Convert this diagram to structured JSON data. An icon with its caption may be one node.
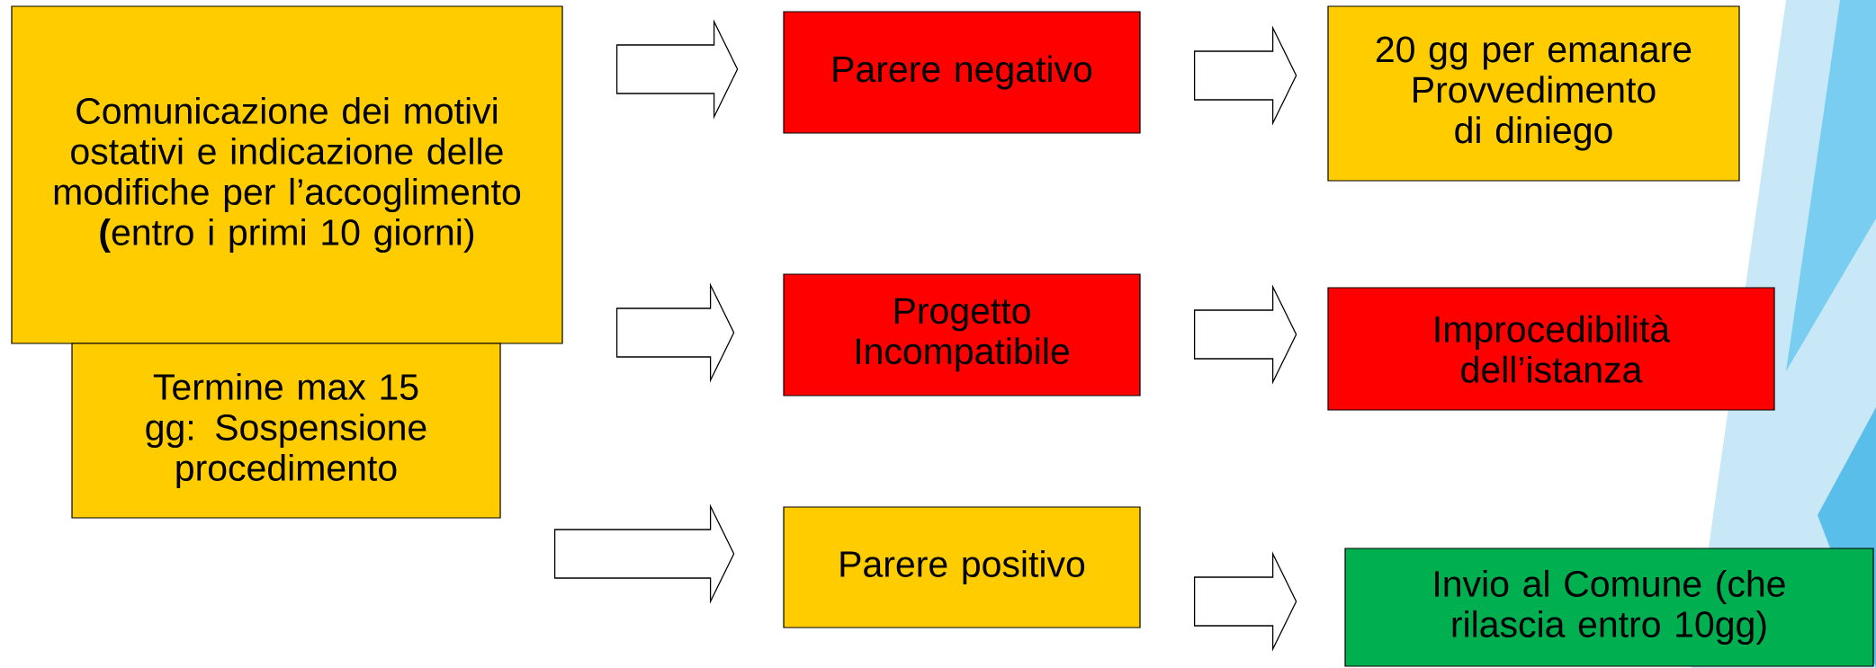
{
  "diagram": {
    "nodes": [
      {
        "text": [
          "Comunicazione dei motivi ostativi e indicazione delle modifiche per l’accoglimento **(**entro i primi 10 giorni)"
        ]
      },
      {
        "text": [
          "Termine max 15 gg: Sospensione procedimento"
        ]
      },
      {
        "text": [
          "Parere negativo"
        ]
      },
      {
        "text": [
          "Progetto Incompatibile"
        ]
      },
      {
        "text": [
          "Parere positivo"
        ]
      },
      {
        "text": [
          "20 gg per emanare Provvedimento di diniego"
        ]
      },
      {
        "text": [
          "Improcedibilità dell’istanza"
        ]
      },
      {
        "text": [
          "Invio al Comune (che rilascia entro 10gg)"
        ]
      }
    ],
    "edges": [
      {
        "from": 0,
        "to": 2,
        "arrow": "to"
      },
      {
        "from": 0,
        "to": 3,
        "arrow": "to"
      },
      {
        "from": 1,
        "to": 4,
        "arrow": "to"
      },
      {
        "from": 2,
        "to": 5,
        "arrow": "to"
      },
      {
        "from": 3,
        "to": 6,
        "arrow": "to"
      },
      {
        "from": 4,
        "to": 7,
        "arrow": "to"
      }
    ]
  }
}
